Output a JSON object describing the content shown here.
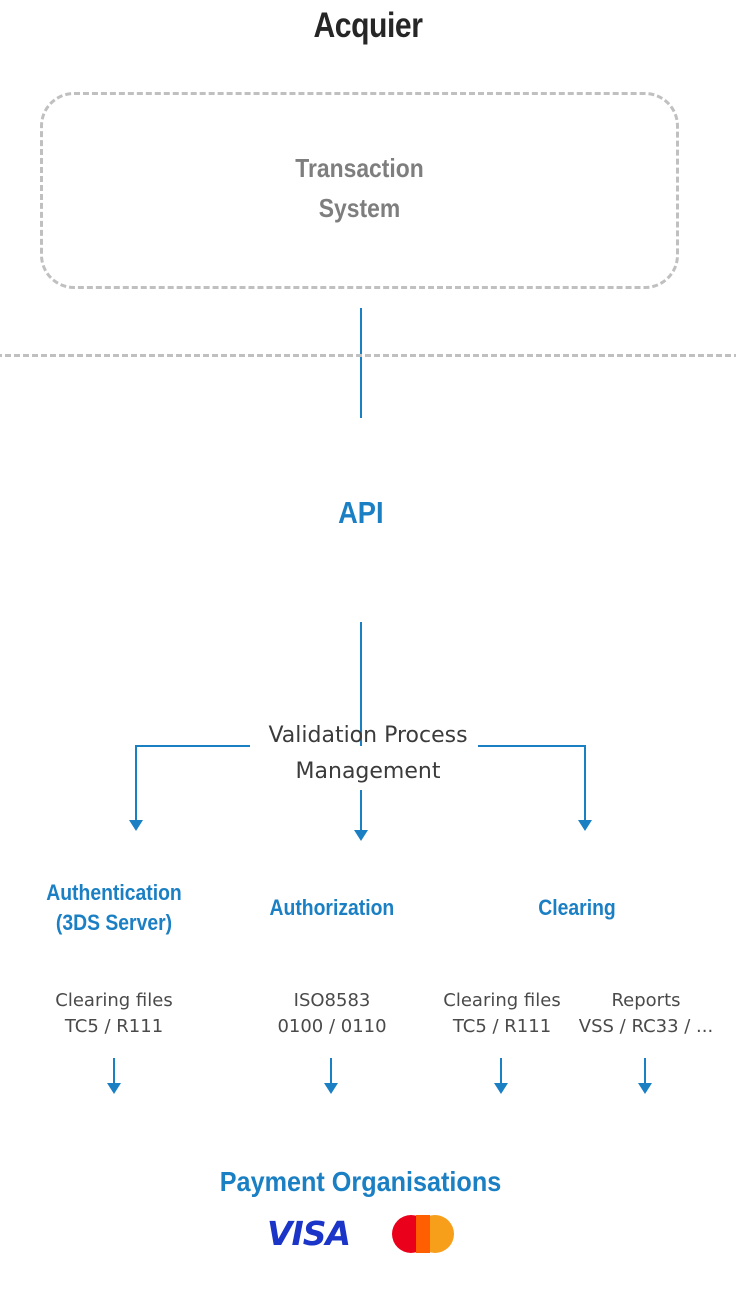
{
  "colors": {
    "accent_blue": "#1b7fc4",
    "dashed_gray": "#c0c0c0",
    "title_gray": "#262626",
    "subtitle_gray": "#7e7e7e",
    "label_gray": "#4a4a4a",
    "visa_blue": "#1a35c7",
    "mastercard_red": "#eb001b",
    "mastercard_yellow": "#f79e1b",
    "mastercard_overlap": "#ff5f00",
    "card_white": "#ffffff"
  },
  "diagram": {
    "title": "Acquier",
    "zone": {
      "label": "Transaction\nSystem",
      "label_line1": "Transaction",
      "label_line2": "System",
      "border_style": "dashed"
    },
    "api": {
      "label": "API"
    },
    "validation": {
      "label_line1": "Validation Process",
      "label_line2": "Management"
    },
    "services": [
      {
        "id": "authentication",
        "label_line1": "Authentication",
        "label_line2": "(3DS Server)"
      },
      {
        "id": "authorization",
        "label_line1": "Authorization",
        "label_line2": ""
      },
      {
        "id": "clearing",
        "label_line1": "Clearing",
        "label_line2": ""
      }
    ],
    "protocols": [
      {
        "id": "clearing-files-left",
        "line1": "Clearing files",
        "line2": "TC5 / R111"
      },
      {
        "id": "iso8583",
        "line1": "ISO8583",
        "line2": "0100 / 0110"
      },
      {
        "id": "clearing-files-right",
        "line1": "Clearing files",
        "line2": "TC5 / R111"
      },
      {
        "id": "reports",
        "line1": "Reports",
        "line2": "VSS / RC33 / ..."
      }
    ],
    "payment": {
      "title": "Payment Organisations",
      "brands": [
        {
          "id": "visa",
          "label": "VISA"
        },
        {
          "id": "mastercard",
          "label": ""
        }
      ]
    }
  }
}
